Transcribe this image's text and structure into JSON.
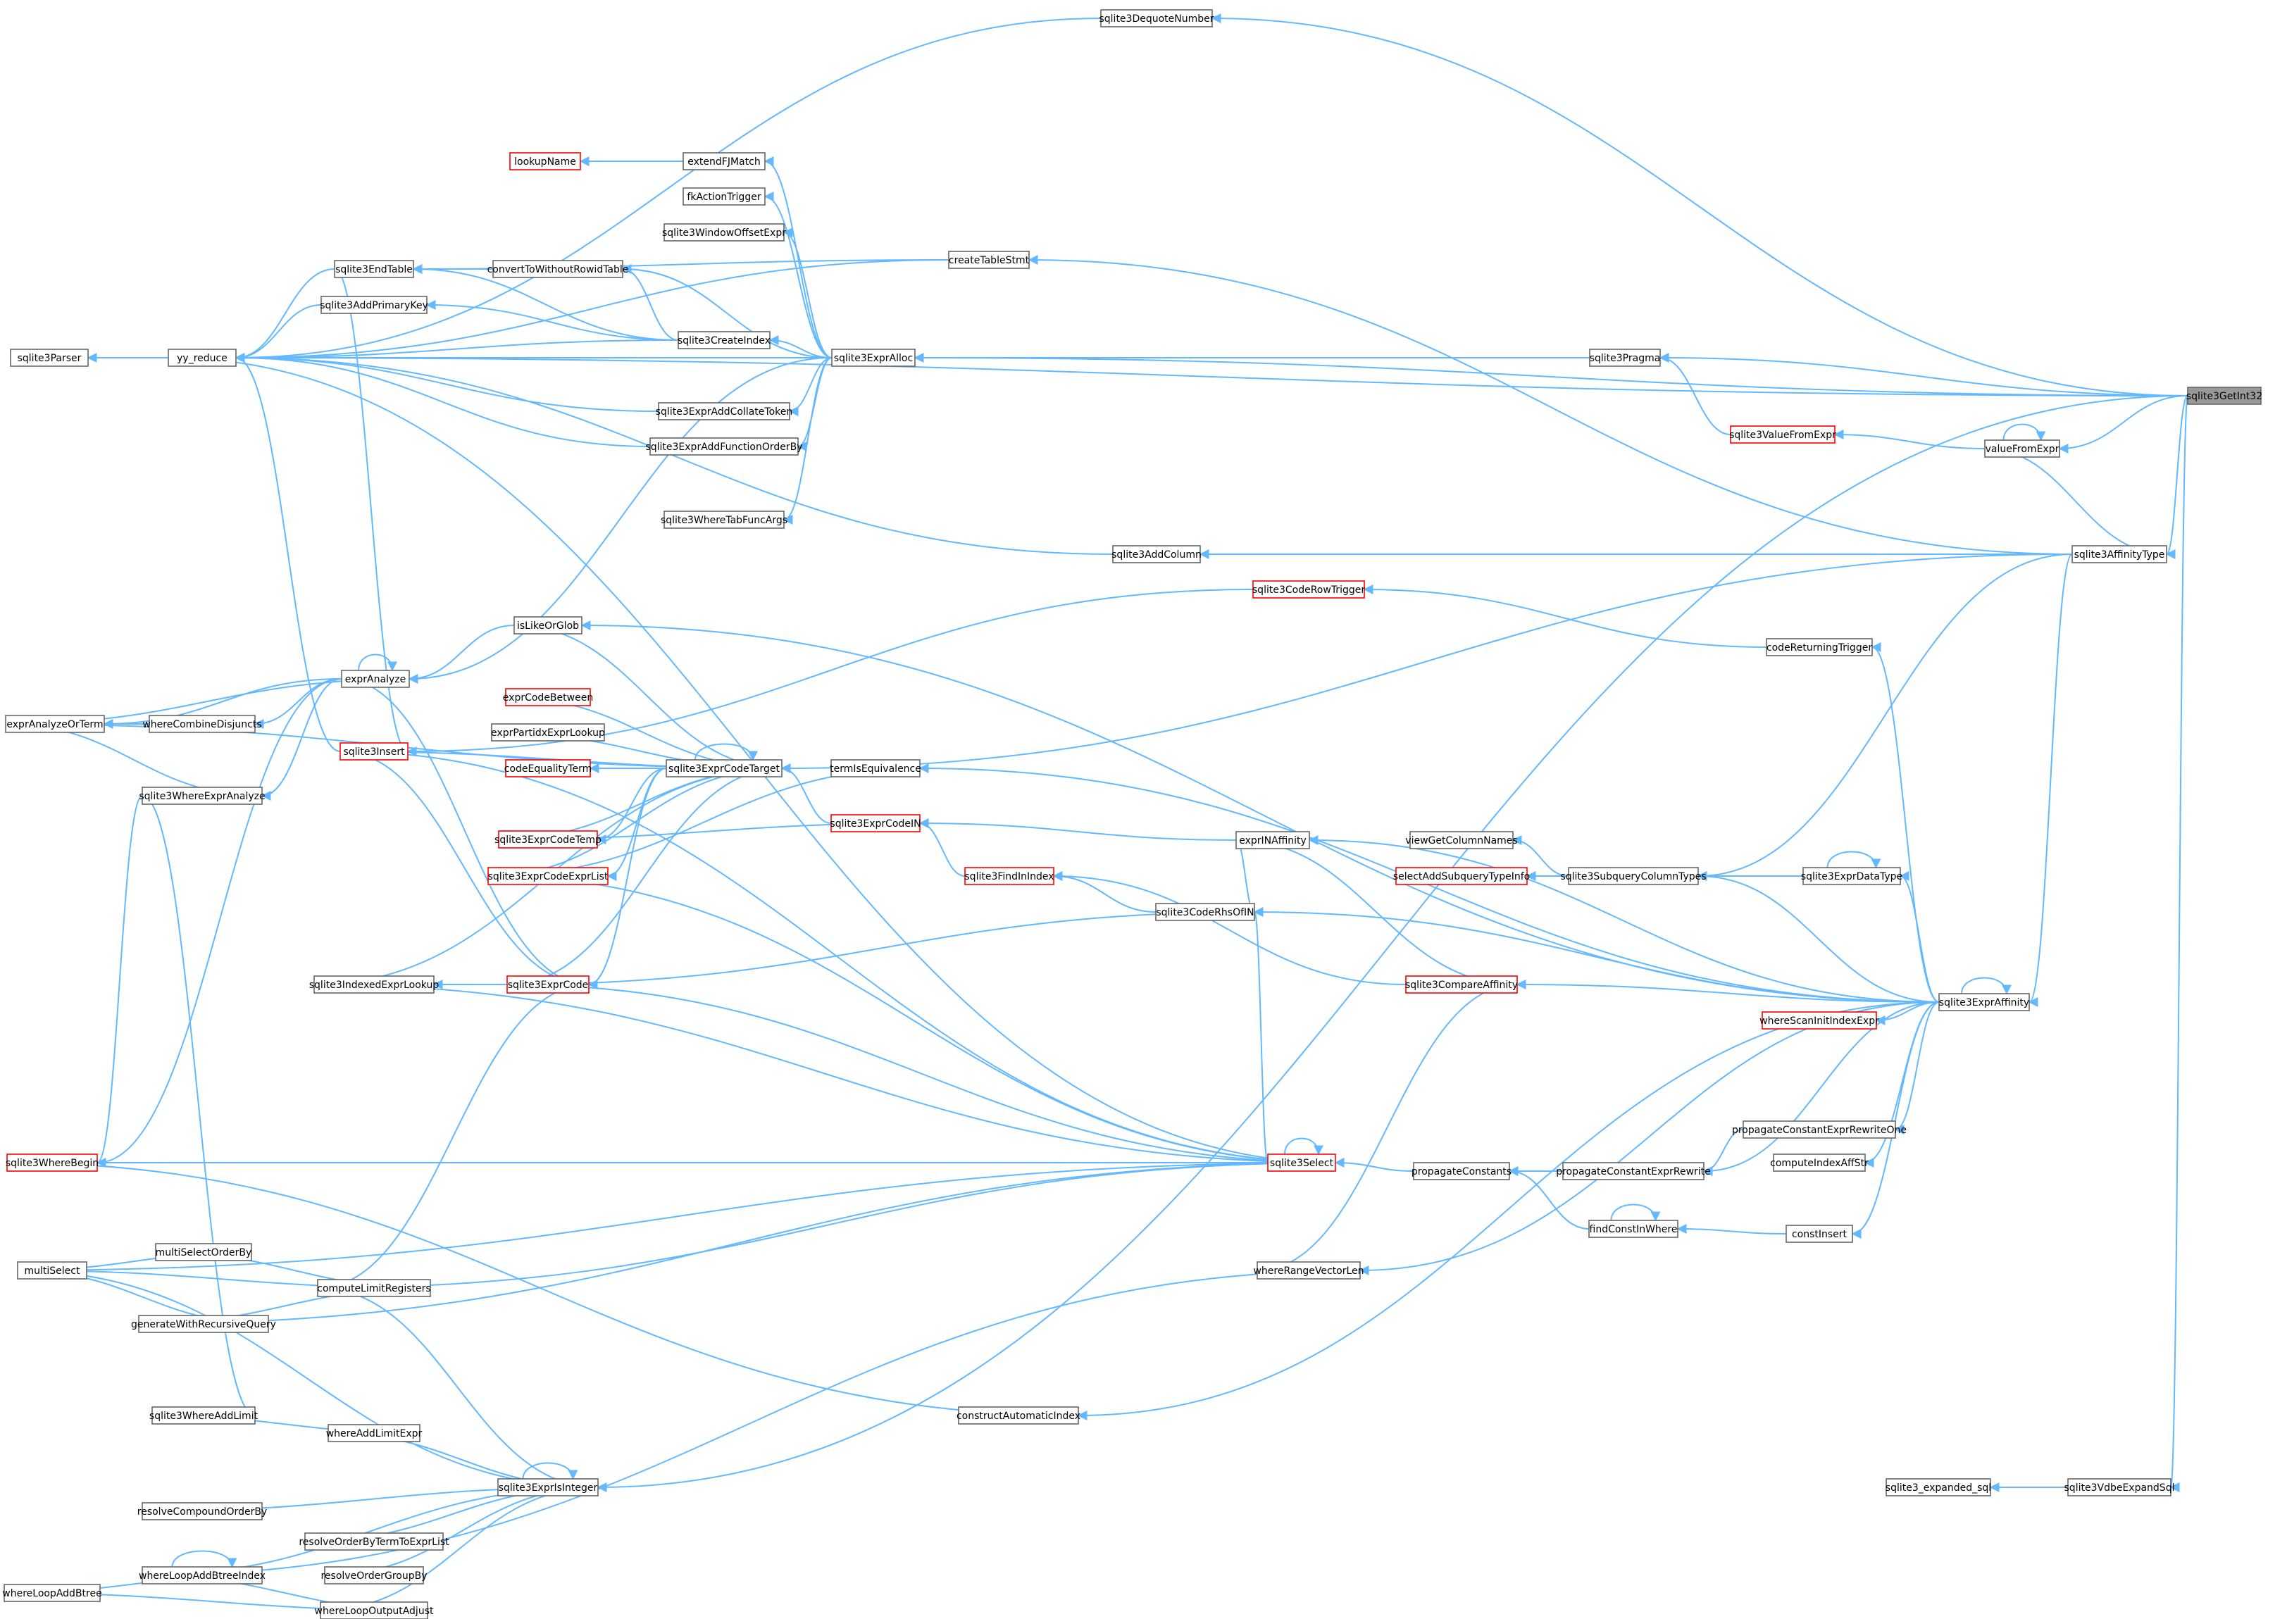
{
  "colors": {
    "edge": "#63b8ff",
    "node_border": "#666666",
    "highlight_border": "#ff0000",
    "focus_fill": "#999999"
  },
  "nodes": [
    {
      "id": "sqlite3GetInt32",
      "label": "sqlite3GetInt32",
      "focus": true
    },
    {
      "id": "sqlite3DequoteNumber",
      "label": "sqlite3DequoteNumber"
    },
    {
      "id": "lookupName",
      "label": "lookupName",
      "red": true
    },
    {
      "id": "extendFJMatch",
      "label": "extendFJMatch"
    },
    {
      "id": "fkActionTrigger",
      "label": "fkActionTrigger"
    },
    {
      "id": "sqlite3WindowOffsetExpr",
      "label": "sqlite3WindowOffsetExpr"
    },
    {
      "id": "sqlite3EndTable",
      "label": "sqlite3EndTable"
    },
    {
      "id": "convertToWithoutRowidTable",
      "label": "convertToWithoutRowidTable"
    },
    {
      "id": "createTableStmt",
      "label": "createTableStmt"
    },
    {
      "id": "sqlite3AddPrimaryKey",
      "label": "sqlite3AddPrimaryKey"
    },
    {
      "id": "sqlite3Parser",
      "label": "sqlite3Parser"
    },
    {
      "id": "yy_reduce",
      "label": "yy_reduce"
    },
    {
      "id": "sqlite3CreateIndex",
      "label": "sqlite3CreateIndex"
    },
    {
      "id": "sqlite3ExprAlloc",
      "label": "sqlite3ExprAlloc"
    },
    {
      "id": "sqlite3Pragma",
      "label": "sqlite3Pragma"
    },
    {
      "id": "sqlite3ExprAddCollateToken",
      "label": "sqlite3ExprAddCollateToken"
    },
    {
      "id": "sqlite3ExprAddFunctionOrderBy",
      "label": "sqlite3ExprAddFunctionOrderBy"
    },
    {
      "id": "sqlite3ValueFromExpr",
      "label": "sqlite3ValueFromExpr",
      "red": true
    },
    {
      "id": "valueFromExpr",
      "label": "valueFromExpr"
    },
    {
      "id": "sqlite3WhereTabFuncArgs",
      "label": "sqlite3WhereTabFuncArgs"
    },
    {
      "id": "sqlite3AddColumn",
      "label": "sqlite3AddColumn"
    },
    {
      "id": "sqlite3AffinityType",
      "label": "sqlite3AffinityType"
    },
    {
      "id": "sqlite3CodeRowTrigger",
      "label": "sqlite3CodeRowTrigger",
      "red": true
    },
    {
      "id": "isLikeOrGlob",
      "label": "isLikeOrGlob"
    },
    {
      "id": "codeReturningTrigger",
      "label": "codeReturningTrigger"
    },
    {
      "id": "exprAnalyze",
      "label": "exprAnalyze"
    },
    {
      "id": "exprAnalyzeOrTerm",
      "label": "exprAnalyzeOrTerm"
    },
    {
      "id": "whereCombineDisjuncts",
      "label": "whereCombineDisjuncts"
    },
    {
      "id": "exprCodeBetween",
      "label": "exprCodeBetween",
      "red": true
    },
    {
      "id": "sqlite3Insert",
      "label": "sqlite3Insert",
      "red": true
    },
    {
      "id": "exprPartidxExprLookup",
      "label": "exprPartidxExprLookup"
    },
    {
      "id": "codeEqualityTerm",
      "label": "codeEqualityTerm",
      "red": true
    },
    {
      "id": "sqlite3ExprCodeTarget",
      "label": "sqlite3ExprCodeTarget"
    },
    {
      "id": "termIsEquivalence",
      "label": "termIsEquivalence"
    },
    {
      "id": "sqlite3WhereExprAnalyze",
      "label": "sqlite3WhereExprAnalyze"
    },
    {
      "id": "sqlite3ExprCodeTemp",
      "label": "sqlite3ExprCodeTemp",
      "red": true
    },
    {
      "id": "sqlite3ExprCodeIN",
      "label": "sqlite3ExprCodeIN",
      "red": true
    },
    {
      "id": "exprINAffinity",
      "label": "exprINAffinity"
    },
    {
      "id": "viewGetColumnNames",
      "label": "viewGetColumnNames"
    },
    {
      "id": "sqlite3ExprCodeExprList",
      "label": "sqlite3ExprCodeExprList",
      "red": true
    },
    {
      "id": "sqlite3FindInIndex",
      "label": "sqlite3FindInIndex",
      "red": true
    },
    {
      "id": "selectAddSubqueryTypeInfo",
      "label": "selectAddSubqueryTypeInfo",
      "red": true
    },
    {
      "id": "sqlite3SubqueryColumnTypes",
      "label": "sqlite3SubqueryColumnTypes"
    },
    {
      "id": "sqlite3ExprDataType",
      "label": "sqlite3ExprDataType"
    },
    {
      "id": "sqlite3CodeRhsOfIN",
      "label": "sqlite3CodeRhsOfIN"
    },
    {
      "id": "sqlite3IndexedExprLookup",
      "label": "sqlite3IndexedExprLookup"
    },
    {
      "id": "sqlite3ExprCode",
      "label": "sqlite3ExprCode",
      "red": true
    },
    {
      "id": "sqlite3CompareAffinity",
      "label": "sqlite3CompareAffinity",
      "red": true
    },
    {
      "id": "sqlite3ExprAffinity",
      "label": "sqlite3ExprAffinity"
    },
    {
      "id": "whereScanInitIndexExpr",
      "label": "whereScanInitIndexExpr",
      "red": true
    },
    {
      "id": "propagateConstantExprRewriteOne",
      "label": "propagateConstantExprRewriteOne"
    },
    {
      "id": "sqlite3WhereBegin",
      "label": "sqlite3WhereBegin",
      "red": true
    },
    {
      "id": "sqlite3Select",
      "label": "sqlite3Select",
      "red": true
    },
    {
      "id": "propagateConstants",
      "label": "propagateConstants"
    },
    {
      "id": "propagateConstantExprRewrite",
      "label": "propagateConstantExprRewrite"
    },
    {
      "id": "computeIndexAffStr",
      "label": "computeIndexAffStr"
    },
    {
      "id": "findConstInWhere",
      "label": "findConstInWhere"
    },
    {
      "id": "constInsert",
      "label": "constInsert"
    },
    {
      "id": "multiSelectOrderBy",
      "label": "multiSelectOrderBy"
    },
    {
      "id": "multiSelect",
      "label": "multiSelect"
    },
    {
      "id": "whereRangeVectorLen",
      "label": "whereRangeVectorLen"
    },
    {
      "id": "computeLimitRegisters",
      "label": "computeLimitRegisters"
    },
    {
      "id": "generateWithRecursiveQuery",
      "label": "generateWithRecursiveQuery"
    },
    {
      "id": "sqlite3WhereAddLimit",
      "label": "sqlite3WhereAddLimit"
    },
    {
      "id": "constructAutomaticIndex",
      "label": "constructAutomaticIndex"
    },
    {
      "id": "whereAddLimitExpr",
      "label": "whereAddLimitExpr"
    },
    {
      "id": "sqlite3ExprIsInteger",
      "label": "sqlite3ExprIsInteger"
    },
    {
      "id": "sqlite3_expanded_sql",
      "label": "sqlite3_expanded_sql"
    },
    {
      "id": "sqlite3VdbeExpandSql",
      "label": "sqlite3VdbeExpandSql"
    },
    {
      "id": "resolveCompoundOrderBy",
      "label": "resolveCompoundOrderBy"
    },
    {
      "id": "resolveOrderByTermToExprList",
      "label": "resolveOrderByTermToExprList"
    },
    {
      "id": "whereLoopAddBtreeIndex",
      "label": "whereLoopAddBtreeIndex"
    },
    {
      "id": "resolveOrderGroupBy",
      "label": "resolveOrderGroupBy"
    },
    {
      "id": "whereLoopAddBtree",
      "label": "whereLoopAddBtree"
    },
    {
      "id": "whereLoopOutputAdjust",
      "label": "whereLoopOutputAdjust"
    }
  ],
  "edges": [
    [
      "sqlite3DequoteNumber",
      "sqlite3GetInt32"
    ],
    [
      "sqlite3ExprAlloc",
      "sqlite3GetInt32"
    ],
    [
      "sqlite3Pragma",
      "sqlite3GetInt32"
    ],
    [
      "valueFromExpr",
      "sqlite3GetInt32"
    ],
    [
      "sqlite3AffinityType",
      "sqlite3GetInt32"
    ],
    [
      "sqlite3ExprIsInteger",
      "sqlite3GetInt32"
    ],
    [
      "sqlite3VdbeExpandSql",
      "sqlite3GetInt32"
    ],
    [
      "yy_reduce",
      "sqlite3DequoteNumber"
    ],
    [
      "yy_reduce",
      "sqlite3GetInt32"
    ],
    [
      "lookupName",
      "extendFJMatch"
    ],
    [
      "extendFJMatch",
      "sqlite3ExprAlloc"
    ],
    [
      "fkActionTrigger",
      "sqlite3ExprAlloc"
    ],
    [
      "sqlite3WindowOffsetExpr",
      "sqlite3ExprAlloc"
    ],
    [
      "convertToWithoutRowidTable",
      "sqlite3ExprAlloc"
    ],
    [
      "sqlite3CreateIndex",
      "sqlite3ExprAlloc"
    ],
    [
      "yy_reduce",
      "sqlite3ExprAlloc"
    ],
    [
      "sqlite3ExprAddCollateToken",
      "sqlite3ExprAlloc"
    ],
    [
      "sqlite3ExprAddFunctionOrderBy",
      "sqlite3ExprAlloc"
    ],
    [
      "sqlite3WhereTabFuncArgs",
      "sqlite3ExprAlloc"
    ],
    [
      "exprAnalyze",
      "sqlite3ExprAlloc"
    ],
    [
      "sqlite3EndTable",
      "convertToWithoutRowidTable"
    ],
    [
      "convertToWithoutRowidTable",
      "sqlite3CreateIndex"
    ],
    [
      "sqlite3AddPrimaryKey",
      "sqlite3CreateIndex"
    ],
    [
      "sqlite3EndTable",
      "sqlite3CreateIndex"
    ],
    [
      "yy_reduce",
      "sqlite3CreateIndex"
    ],
    [
      "yy_reduce",
      "sqlite3EndTable"
    ],
    [
      "yy_reduce",
      "sqlite3AddPrimaryKey"
    ],
    [
      "sqlite3Parser",
      "yy_reduce"
    ],
    [
      "yy_reduce",
      "sqlite3ExprAddCollateToken"
    ],
    [
      "yy_reduce",
      "sqlite3ExprAddFunctionOrderBy"
    ],
    [
      "yy_reduce",
      "createTableStmt"
    ],
    [
      "yy_reduce",
      "sqlite3Pragma"
    ],
    [
      "yy_reduce",
      "sqlite3AddColumn"
    ],
    [
      "sqlite3EndTable",
      "createTableStmt"
    ],
    [
      "createTableStmt",
      "sqlite3AffinityType"
    ],
    [
      "sqlite3Pragma",
      "sqlite3ValueFromExpr"
    ],
    [
      "sqlite3ValueFromExpr",
      "valueFromExpr"
    ],
    [
      "valueFromExpr",
      "valueFromExpr"
    ],
    [
      "sqlite3AffinityType",
      "valueFromExpr"
    ],
    [
      "sqlite3AddColumn",
      "sqlite3AffinityType"
    ],
    [
      "sqlite3ExprCodeTarget",
      "sqlite3AffinityType"
    ],
    [
      "sqlite3SubqueryColumnTypes",
      "sqlite3AffinityType"
    ],
    [
      "sqlite3ExprAffinity",
      "sqlite3AffinityType"
    ],
    [
      "sqlite3Insert",
      "sqlite3CodeRowTrigger"
    ],
    [
      "sqlite3CodeRowTrigger",
      "codeReturningTrigger"
    ],
    [
      "codeReturningTrigger",
      "sqlite3ExprAffinity"
    ],
    [
      "isLikeOrGlob",
      "sqlite3ExprAffinity"
    ],
    [
      "exprAnalyze",
      "isLikeOrGlob"
    ],
    [
      "exprAnalyze",
      "exprAnalyze"
    ],
    [
      "exprAnalyzeOrTerm",
      "exprAnalyze"
    ],
    [
      "exprAnalyze",
      "exprAnalyzeOrTerm"
    ],
    [
      "whereCombineDisjuncts",
      "exprAnalyze"
    ],
    [
      "exprAnalyzeOrTerm",
      "whereCombineDisjuncts"
    ],
    [
      "sqlite3WhereExprAnalyze",
      "exprAnalyze"
    ],
    [
      "sqlite3WhereExprAnalyze",
      "exprAnalyzeOrTerm"
    ],
    [
      "sqlite3WhereBegin",
      "sqlite3WhereExprAnalyze"
    ],
    [
      "sqlite3WhereAddLimit",
      "sqlite3WhereExprAnalyze"
    ],
    [
      "yy_reduce",
      "sqlite3Insert"
    ],
    [
      "sqlite3Insert",
      "sqlite3EndTable"
    ],
    [
      "sqlite3ExprCodeTarget",
      "isLikeOrGlob"
    ],
    [
      "sqlite3ExprCodeTarget",
      "exprCodeBetween"
    ],
    [
      "sqlite3ExprCodeTarget",
      "exprPartidxExprLookup"
    ],
    [
      "codeEqualityTerm",
      "sqlite3ExprCodeTarget"
    ],
    [
      "sqlite3ExprCodeTarget",
      "sqlite3ExprCodeTarget"
    ],
    [
      "sqlite3ExprCodeTemp",
      "sqlite3ExprCodeTarget"
    ],
    [
      "sqlite3ExprCodeTarget",
      "sqlite3ExprCodeTemp"
    ],
    [
      "sqlite3ExprCodeExprList",
      "sqlite3ExprCodeTarget"
    ],
    [
      "sqlite3ExprCodeTarget",
      "sqlite3ExprCodeExprList"
    ],
    [
      "sqlite3ExprCode",
      "sqlite3ExprCodeTarget"
    ],
    [
      "sqlite3ExprCodeTarget",
      "sqlite3ExprCode"
    ],
    [
      "sqlite3ExprCodeTarget",
      "sqlite3ExprCodeIN"
    ],
    [
      "sqlite3ExprCodeTarget",
      "sqlite3IndexedExprLookup"
    ],
    [
      "sqlite3ExprCodeTarget",
      "sqlite3Insert"
    ],
    [
      "sqlite3ExprCodeTarget",
      "exprAnalyzeOrTerm"
    ],
    [
      "termIsEquivalence",
      "sqlite3ExprAffinity"
    ],
    [
      "termIsEquivalence",
      "sqlite3ExprCodeExprList"
    ],
    [
      "sqlite3ExprCodeIN",
      "sqlite3ExprCodeTemp"
    ],
    [
      "sqlite3ExprCodeIN",
      "sqlite3FindInIndex"
    ],
    [
      "sqlite3ExprCodeIN",
      "exprINAffinity"
    ],
    [
      "exprINAffinity",
      "sqlite3ExprAffinity"
    ],
    [
      "sqlite3FindInIndex",
      "sqlite3CodeRhsOfIN"
    ],
    [
      "sqlite3FindInIndex",
      "sqlite3CompareAffinity"
    ],
    [
      "sqlite3CodeRhsOfIN",
      "exprINAffinity"
    ],
    [
      "sqlite3CodeRhsOfIN",
      "sqlite3ExprCode"
    ],
    [
      "sqlite3CodeRhsOfIN",
      "sqlite3ExprAffinity"
    ],
    [
      "viewGetColumnNames",
      "sqlite3SubqueryColumnTypes"
    ],
    [
      "selectAddSubqueryTypeInfo",
      "sqlite3SubqueryColumnTypes"
    ],
    [
      "sqlite3SubqueryColumnTypes",
      "sqlite3ExprDataType"
    ],
    [
      "sqlite3ExprDataType",
      "sqlite3ExprDataType"
    ],
    [
      "sqlite3ExprDataType",
      "sqlite3ExprAffinity"
    ],
    [
      "sqlite3SubqueryColumnTypes",
      "sqlite3ExprAffinity"
    ],
    [
      "sqlite3IndexedExprLookup",
      "sqlite3ExprCode"
    ],
    [
      "sqlite3ExprCode",
      "sqlite3Insert"
    ],
    [
      "sqlite3ExprCode",
      "exprAnalyze"
    ],
    [
      "sqlite3CompareAffinity",
      "sqlite3ExprAffinity"
    ],
    [
      "sqlite3CompareAffinity",
      "exprINAffinity"
    ],
    [
      "sqlite3ExprAffinity",
      "sqlite3ExprAffinity"
    ],
    [
      "whereScanInitIndexExpr",
      "sqlite3ExprAffinity"
    ],
    [
      "propagateConstantExprRewriteOne",
      "sqlite3ExprAffinity"
    ],
    [
      "propagateConstantExprRewrite",
      "propagateConstantExprRewriteOne"
    ],
    [
      "propagateConstantExprRewrite",
      "sqlite3ExprAffinity"
    ],
    [
      "computeIndexAffStr",
      "sqlite3ExprAffinity"
    ],
    [
      "constInsert",
      "sqlite3ExprAffinity"
    ],
    [
      "findConstInWhere",
      "constInsert"
    ],
    [
      "findConstInWhere",
      "findConstInWhere"
    ],
    [
      "propagateConstants",
      "findConstInWhere"
    ],
    [
      "propagateConstants",
      "propagateConstantExprRewrite"
    ],
    [
      "sqlite3Select",
      "propagateConstants"
    ],
    [
      "sqlite3Select",
      "sqlite3Select"
    ],
    [
      "sqlite3Select",
      "sqlite3WhereBegin"
    ],
    [
      "sqlite3Select",
      "multiSelect"
    ],
    [
      "sqlite3Select",
      "sqlite3ExprCode"
    ],
    [
      "sqlite3Select",
      "sqlite3ExprCodeExprList"
    ],
    [
      "sqlite3Select",
      "sqlite3Insert"
    ],
    [
      "sqlite3Select",
      "yy_reduce"
    ],
    [
      "sqlite3Select",
      "computeLimitRegisters"
    ],
    [
      "sqlite3Select",
      "generateWithRecursiveQuery"
    ],
    [
      "sqlite3Select",
      "sqlite3IndexedExprLookup"
    ],
    [
      "sqlite3CodeRhsOfIN",
      "sqlite3Select"
    ],
    [
      "sqlite3WhereBegin",
      "exprAnalyze"
    ],
    [
      "multiSelectOrderBy",
      "multiSelect"
    ],
    [
      "computeLimitRegisters",
      "multiSelectOrderBy"
    ],
    [
      "computeLimitRegisters",
      "multiSelect"
    ],
    [
      "computeLimitRegisters",
      "generateWithRecursiveQuery"
    ],
    [
      "generateWithRecursiveQuery",
      "multiSelect"
    ],
    [
      "sqlite3ExprCode",
      "computeLimitRegisters"
    ],
    [
      "sqlite3ExprIsInteger",
      "computeLimitRegisters"
    ],
    [
      "sqlite3ExprIsInteger",
      "sqlite3ExprIsInteger"
    ],
    [
      "sqlite3ExprIsInteger",
      "multiSelect"
    ],
    [
      "sqlite3ExprIsInteger",
      "whereAddLimitExpr"
    ],
    [
      "whereAddLimitExpr",
      "sqlite3WhereAddLimit"
    ],
    [
      "sqlite3ExprIsInteger",
      "resolveCompoundOrderBy"
    ],
    [
      "sqlite3ExprIsInteger",
      "resolveOrderByTermToExprList"
    ],
    [
      "sqlite3ExprIsInteger",
      "resolveOrderGroupBy"
    ],
    [
      "sqlite3ExprIsInteger",
      "whereLoopOutputAdjust"
    ],
    [
      "sqlite3ExprIsInteger",
      "whereLoopAddBtreeIndex"
    ],
    [
      "whereLoopAddBtreeIndex",
      "whereLoopAddBtreeIndex"
    ],
    [
      "whereLoopAddBtreeIndex",
      "whereLoopAddBtree"
    ],
    [
      "whereLoopOutputAdjust",
      "whereLoopAddBtree"
    ],
    [
      "whereLoopOutputAdjust",
      "whereLoopAddBtreeIndex"
    ],
    [
      "whereRangeVectorLen",
      "sqlite3ExprAffinity"
    ],
    [
      "whereRangeVectorLen",
      "whereLoopAddBtreeIndex"
    ],
    [
      "sqlite3CompareAffinity",
      "whereRangeVectorLen"
    ],
    [
      "constructAutomaticIndex",
      "sqlite3ExprAffinity"
    ],
    [
      "constructAutomaticIndex",
      "sqlite3WhereBegin"
    ],
    [
      "sqlite3_expanded_sql",
      "sqlite3VdbeExpandSql"
    ]
  ]
}
